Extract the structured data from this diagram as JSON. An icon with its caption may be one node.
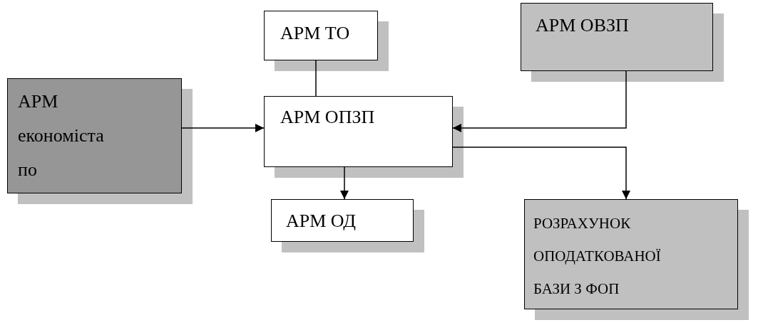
{
  "diagram": {
    "nodes": [
      {
        "text": [
          "АРМ ТО"
        ]
      },
      {
        "text": [
          "АРМ ОВЗП"
        ]
      },
      {
        "text": [
          "АРМ економіста по"
        ]
      },
      {
        "text": [
          "АРМ ОПЗП"
        ]
      },
      {
        "text": [
          "АРМ ОД"
        ]
      },
      {
        "text": [
          "РОЗРАХУНОК ОПОДАТКОВАНОЇ БАЗИ З ФОП"
        ]
      }
    ],
    "edges": [
      {
        "from": 0,
        "to": 3,
        "arrow": "none"
      },
      {
        "from": 1,
        "to": 3,
        "arrow": "to"
      },
      {
        "from": 2,
        "to": 3,
        "arrow": "to"
      },
      {
        "from": 3,
        "to": 4,
        "arrow": "to"
      },
      {
        "from": 3,
        "to": 5,
        "arrow": "to"
      }
    ]
  }
}
